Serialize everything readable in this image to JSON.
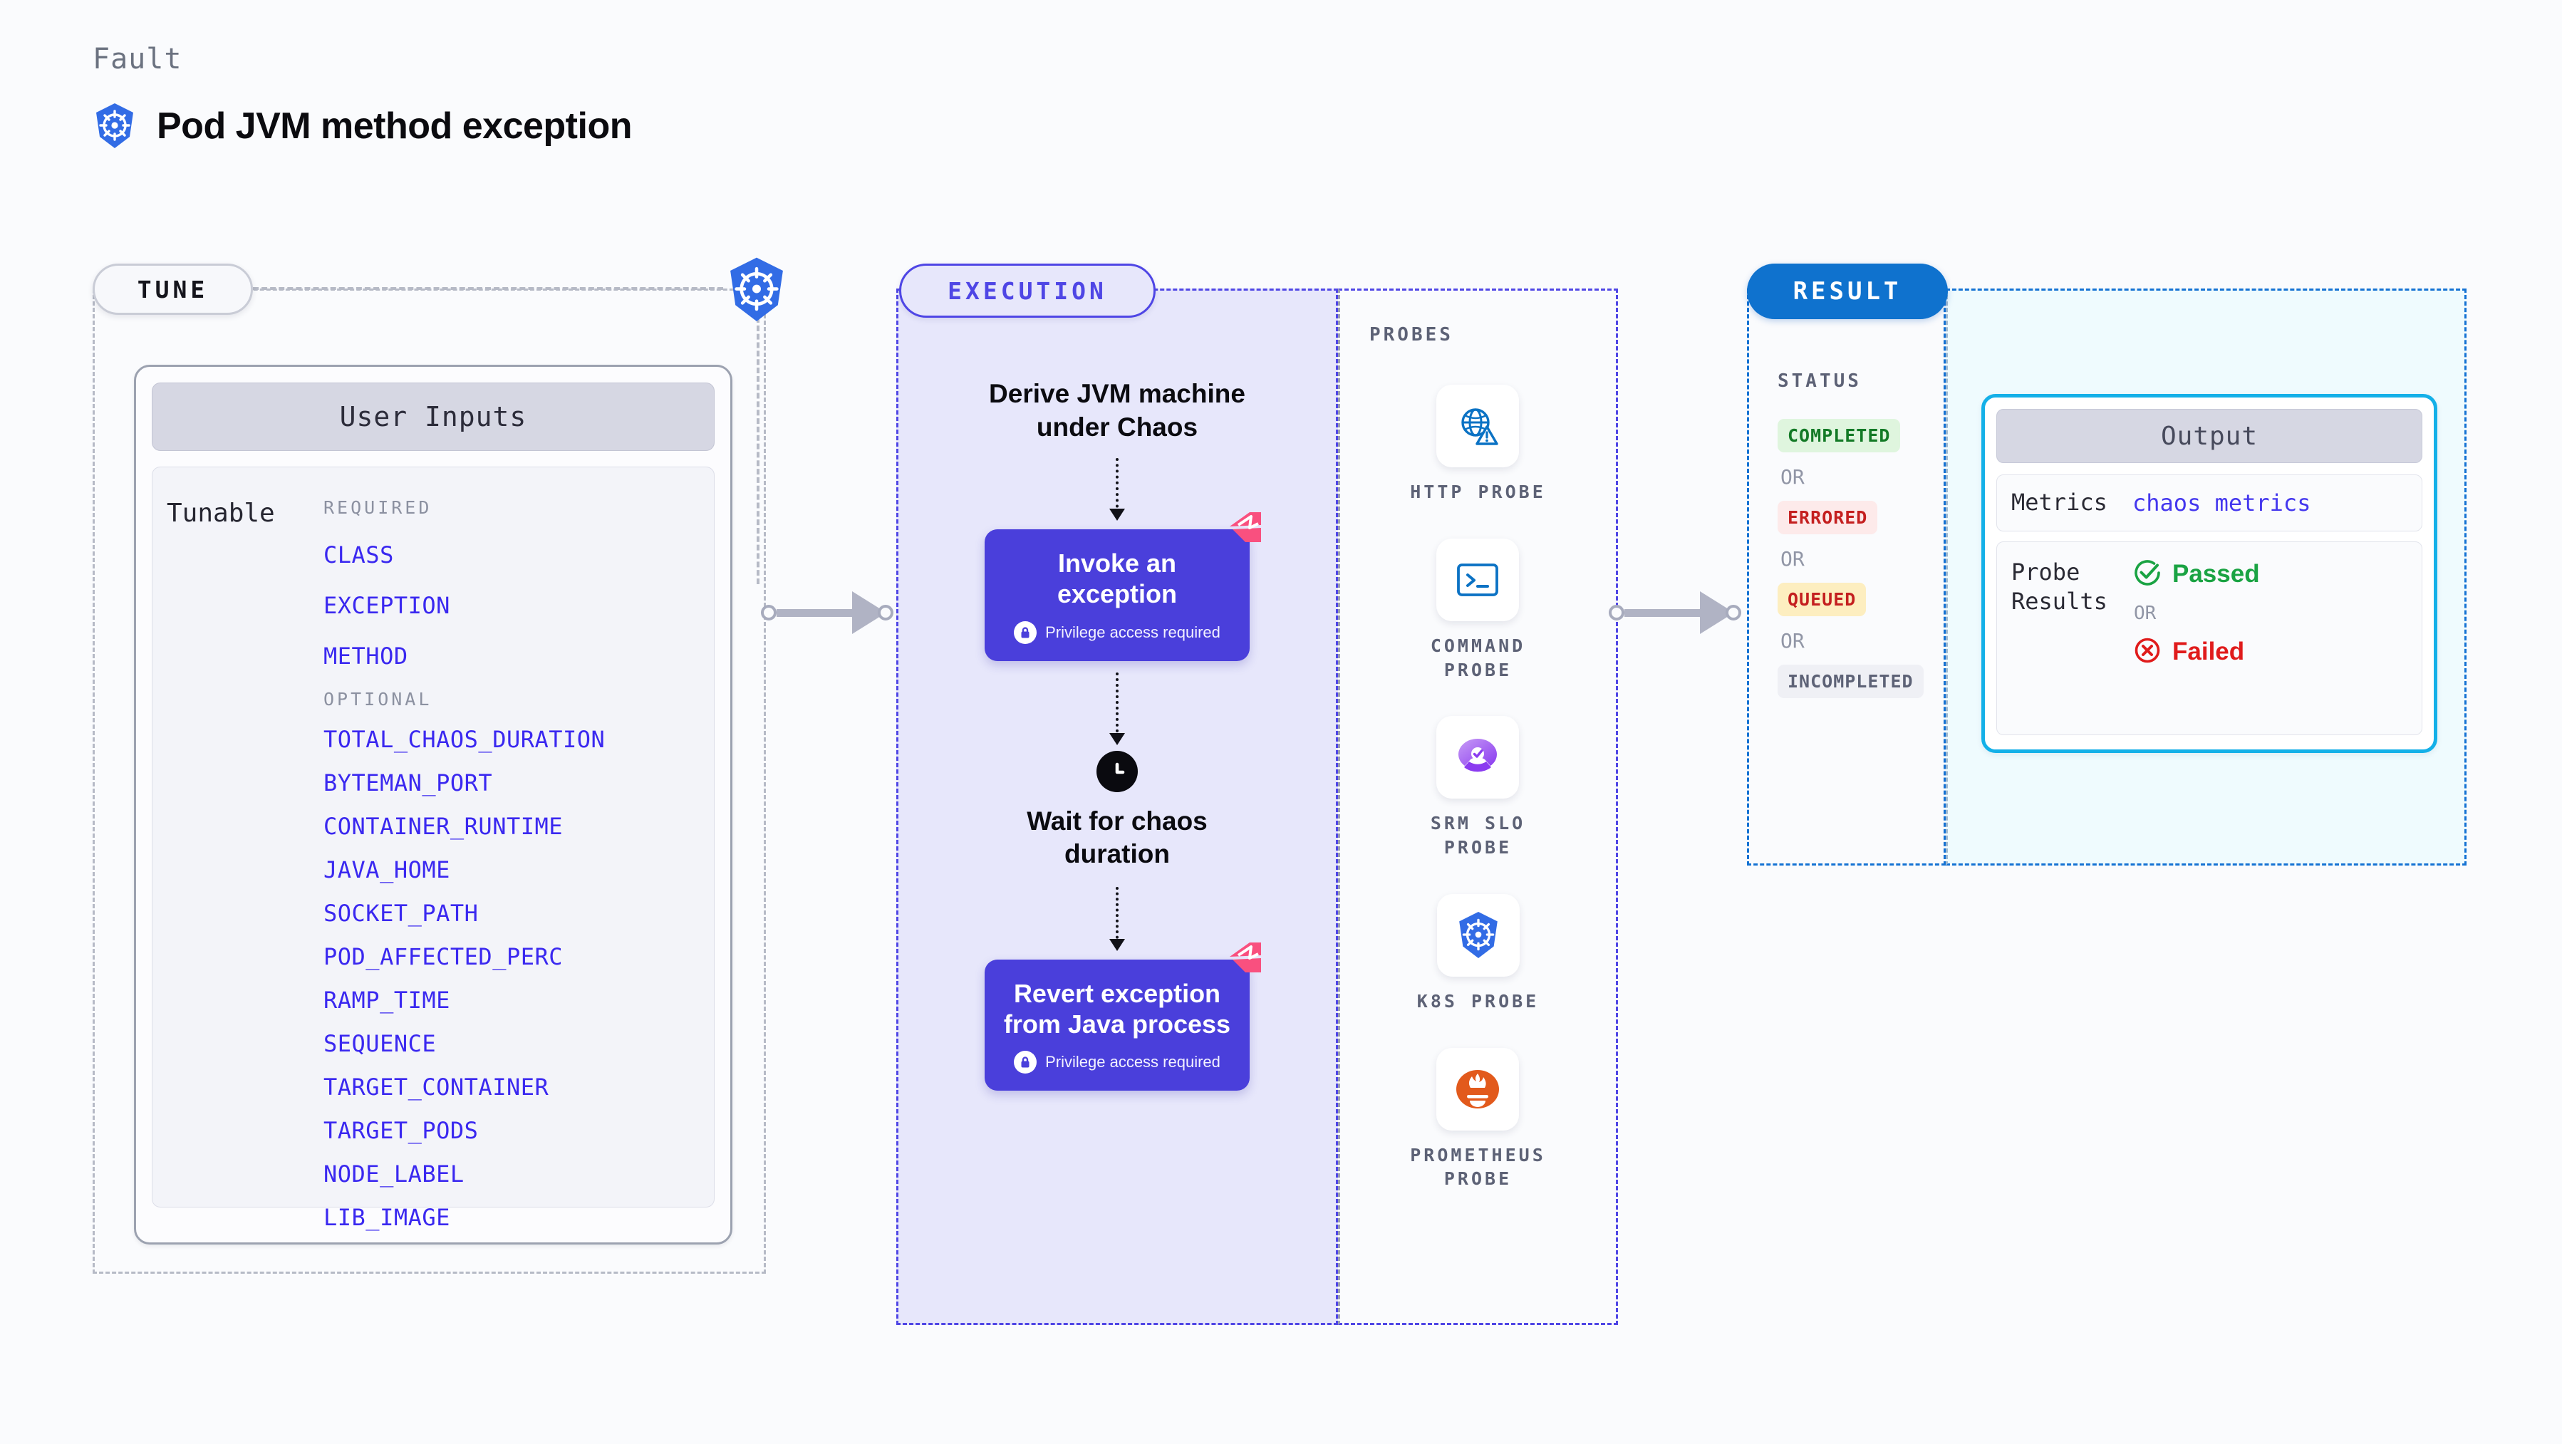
{
  "header": {
    "kicker": "Fault",
    "title": "Pod JVM method exception",
    "icon": "kubernetes-icon"
  },
  "sections": {
    "tune": {
      "chip": "TUNE",
      "accent": "#c9ccd6"
    },
    "execution": {
      "chip": "EXECUTION",
      "accent": "#4f46e5"
    },
    "probes": {
      "title": "PROBES"
    },
    "result": {
      "chip": "RESULT",
      "accent": "#0f72ce"
    }
  },
  "tune": {
    "card_header": "User Inputs",
    "row_label": "Tunable",
    "required_title": "REQUIRED",
    "required": [
      "CLASS",
      "EXCEPTION",
      "METHOD"
    ],
    "optional_title": "OPTIONAL",
    "optional": [
      "TOTAL_CHAOS_DURATION",
      "BYTEMAN_PORT",
      "CONTAINER_RUNTIME",
      "JAVA_HOME",
      "SOCKET_PATH",
      "POD_AFFECTED_PERC",
      "RAMP_TIME",
      "SEQUENCE",
      "TARGET_CONTAINER",
      "TARGET_PODS",
      "NODE_LABEL",
      "LIB_IMAGE"
    ],
    "tunable_color": "#3a28f0"
  },
  "execution": {
    "steps": [
      {
        "kind": "text",
        "label": "Derive JVM machine\nunder Chaos"
      },
      {
        "kind": "box",
        "label": "Invoke an exception",
        "note": "Privilege access required",
        "badge": "chaos-corner-icon",
        "lock": "lock-icon"
      },
      {
        "kind": "icon-text",
        "icon": "clock-icon",
        "label": "Wait for chaos\nduration"
      },
      {
        "kind": "box",
        "label": "Revert exception\nfrom Java process",
        "note": "Privilege access required",
        "badge": "chaos-corner-icon",
        "lock": "lock-icon"
      }
    ],
    "box_color": "#4a3fdb",
    "badge_color": "#f9507f"
  },
  "probes": [
    {
      "label": "HTTP PROBE",
      "icon": "globe-warning-icon",
      "color": "#0b72c4"
    },
    {
      "label": "COMMAND\nPROBE",
      "icon": "terminal-icon",
      "color": "#0b72c4"
    },
    {
      "label": "SRM SLO\nPROBE",
      "icon": "srm-slo-icon",
      "color": "#8b3cf0"
    },
    {
      "label": "K8S PROBE",
      "icon": "kubernetes-icon",
      "color": "#326ce5"
    },
    {
      "label": "PROMETHEUS\nPROBE",
      "icon": "prometheus-icon",
      "color": "#e25a1c"
    }
  ],
  "result": {
    "status_title": "STATUS",
    "or_label": "OR",
    "statuses": [
      {
        "label": "COMPLETED",
        "fg": "#137a26",
        "bg": "#dff5de"
      },
      {
        "label": "ERRORED",
        "fg": "#c41f1f",
        "bg": "#fdeaea"
      },
      {
        "label": "QUEUED",
        "fg": "#c41f1f",
        "bg": "#fdeec0"
      },
      {
        "label": "INCOMPLETED",
        "fg": "#5d6276",
        "bg": "#eff0f5"
      }
    ]
  },
  "output": {
    "header": "Output",
    "metrics_key": "Metrics",
    "metrics_value": "chaos metrics",
    "probe_results_key": "Probe\nResults",
    "passed_label": "Passed",
    "failed_label": "Failed",
    "or_label": "OR",
    "passed_icon": "check-circle-icon",
    "failed_icon": "x-circle-icon",
    "pass_color": "#1aa343",
    "fail_color": "#e01b1b"
  }
}
